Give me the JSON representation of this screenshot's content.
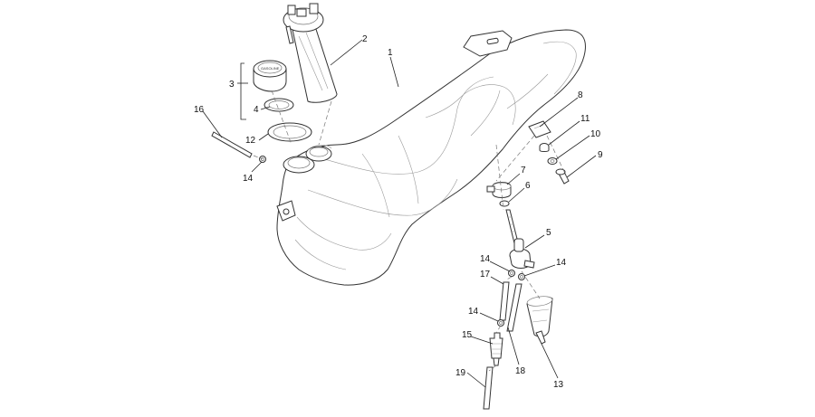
{
  "diagram": {
    "callouts": {
      "p1": "1",
      "p2": "2",
      "p3": "3",
      "p4": "4",
      "p5": "5",
      "p6": "6",
      "p7": "7",
      "p8": "8",
      "p9": "9",
      "p10": "10",
      "p11": "11",
      "p12": "12",
      "p13": "13",
      "p14a": "14",
      "p14b": "14",
      "p14c": "14",
      "p14d": "14",
      "p15": "15",
      "p16": "16",
      "p17": "17",
      "p18": "18",
      "p19": "19"
    },
    "cap_marking": "GASOLINE",
    "colors": {
      "line": "#333333",
      "detail": "#999999",
      "background": "#ffffff"
    }
  }
}
